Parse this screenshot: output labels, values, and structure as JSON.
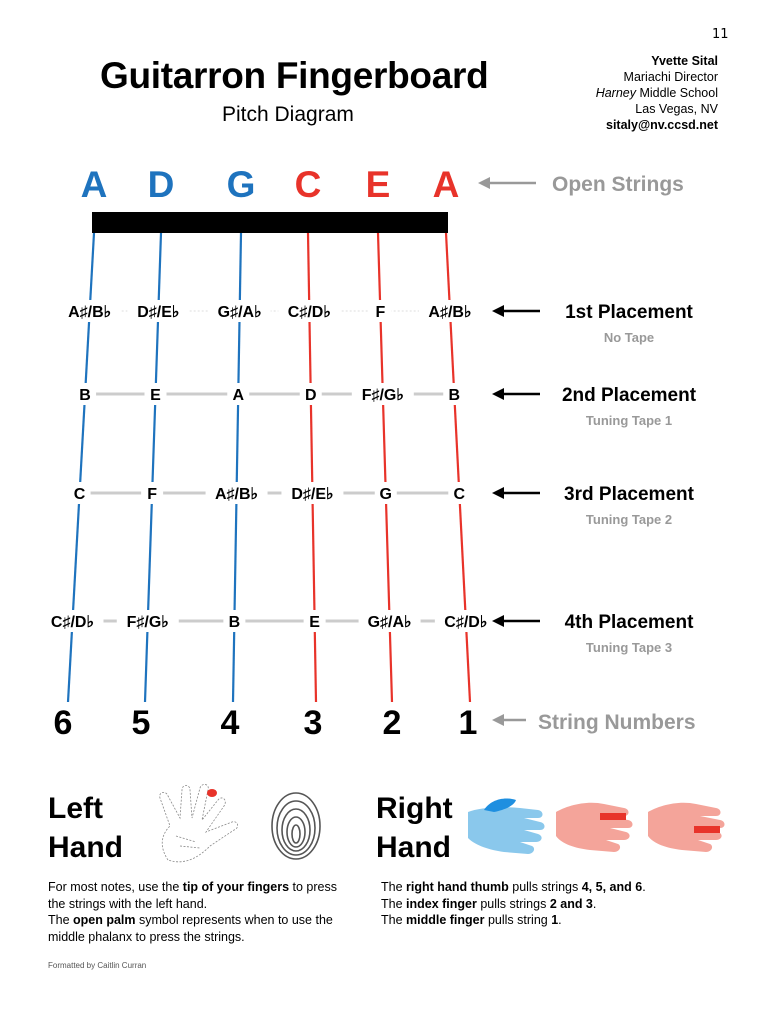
{
  "page_number": "11",
  "title": "Guitarron Fingerboard",
  "subtitle": "Pitch Diagram",
  "author": {
    "name": "Yvette Sital",
    "role": "Mariachi Director",
    "school_italic": "Harney",
    "school_rest": " Middle School",
    "city": "Las Vegas, NV",
    "email": "sitaly@nv.ccsd.net"
  },
  "colors": {
    "blue": "#1e73be",
    "red": "#e8332a",
    "gray": "#999999",
    "light_gray": "#cccccc"
  },
  "open_strings": {
    "notes": [
      {
        "note": "A",
        "color": "#1e73be"
      },
      {
        "note": "D",
        "color": "#1e73be"
      },
      {
        "note": "G",
        "color": "#1e73be"
      },
      {
        "note": "C",
        "color": "#e8332a"
      },
      {
        "note": "E",
        "color": "#e8332a"
      },
      {
        "note": "A",
        "color": "#e8332a"
      }
    ],
    "label": "Open Strings"
  },
  "placements": [
    {
      "title": "1st Placement",
      "sub": "No Tape",
      "notes": [
        "A♯/B♭",
        "D♯/E♭",
        "G♯/A♭",
        "C♯/D♭",
        "F",
        "A♯/B♭"
      ]
    },
    {
      "title": "2nd Placement",
      "sub": "Tuning Tape 1",
      "notes": [
        "B",
        "E",
        "A",
        "D",
        "F♯/G♭",
        "B"
      ]
    },
    {
      "title": "3rd Placement",
      "sub": "Tuning Tape 2",
      "notes": [
        "C",
        "F",
        "A♯/B♭",
        "D♯/E♭",
        "G",
        "C"
      ]
    },
    {
      "title": "4th Placement",
      "sub": "Tuning Tape 3",
      "notes": [
        "C♯/D♭",
        "F♯/G♭",
        "B",
        "E",
        "G♯/A♭",
        "C♯/D♭"
      ]
    }
  ],
  "string_numbers": {
    "numbers": [
      "6",
      "5",
      "4",
      "3",
      "2",
      "1"
    ],
    "label": "String Numbers"
  },
  "left_hand": {
    "title_line1": "Left",
    "title_line2": "Hand",
    "p1_a": "For most notes, use the ",
    "p1_b": "tip of your fingers",
    "p1_c": " to press the strings with the left hand.",
    "p2_a": "The ",
    "p2_b": "open palm",
    "p2_c": " symbol represents when to use the middle phalanx to press the strings."
  },
  "right_hand": {
    "title_line1": "Right",
    "title_line2": "Hand",
    "l1_a": "The ",
    "l1_b": "right hand thumb",
    "l1_c": " pulls strings ",
    "l1_d": "4, 5, and 6",
    "l1_e": ".",
    "l2_a": "The ",
    "l2_b": "index finger",
    "l2_c": " pulls strings ",
    "l2_d": "2 and 3",
    "l2_e": ".",
    "l3_a": "The ",
    "l3_b": "middle finger",
    "l3_c": " pulls string ",
    "l3_d": "1",
    "l3_e": "."
  },
  "credit": "Formatted by Caitlin Curran"
}
